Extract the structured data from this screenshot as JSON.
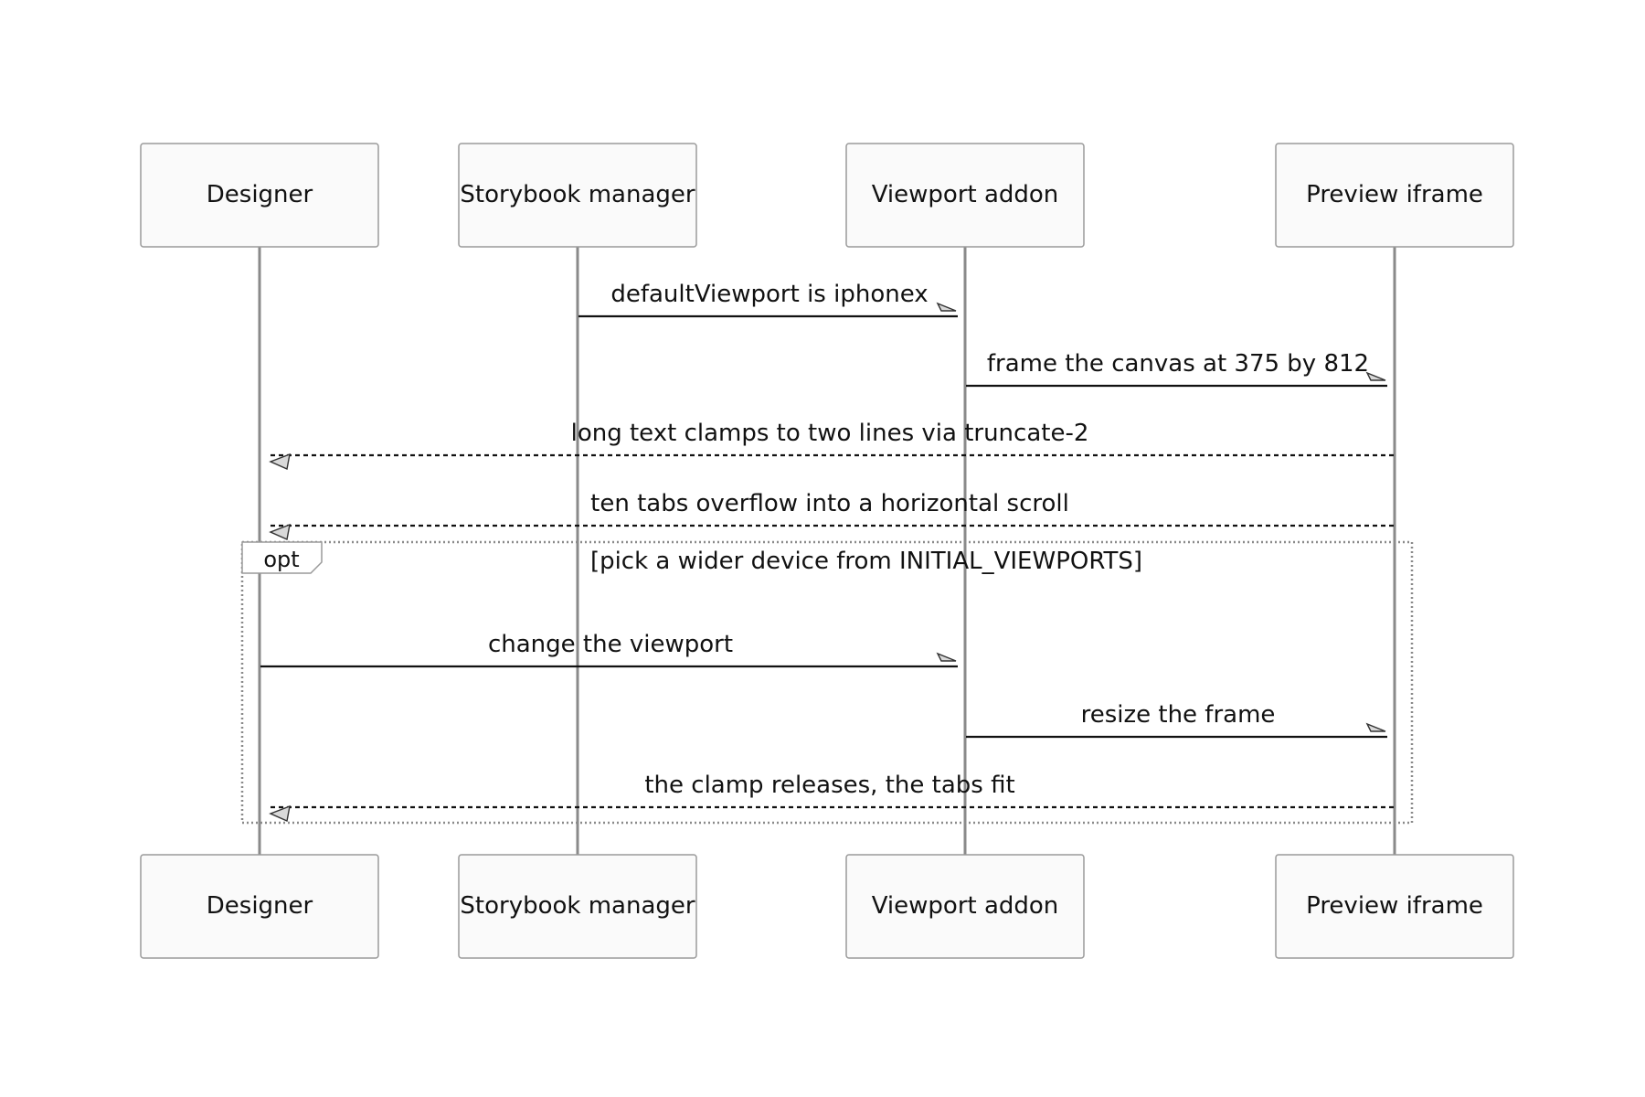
{
  "actors": [
    {
      "id": "designer",
      "label": "Designer"
    },
    {
      "id": "manager",
      "label": "Storybook manager"
    },
    {
      "id": "addon",
      "label": "Viewport addon"
    },
    {
      "id": "preview",
      "label": "Preview iframe"
    }
  ],
  "messages": [
    {
      "from": "manager",
      "to": "addon",
      "label": "defaultViewport is iphonex",
      "style": "solid"
    },
    {
      "from": "addon",
      "to": "preview",
      "label": "frame the canvas at 375 by 812",
      "style": "solid"
    },
    {
      "from": "preview",
      "to": "designer",
      "label": "long text clamps to two lines via truncate-2",
      "style": "dashed"
    },
    {
      "from": "preview",
      "to": "designer",
      "label": "ten tabs overflow into a horizontal scroll",
      "style": "dashed"
    },
    {
      "from": "designer",
      "to": "addon",
      "label": "change the viewport",
      "style": "solid"
    },
    {
      "from": "addon",
      "to": "preview",
      "label": "resize the frame",
      "style": "solid"
    },
    {
      "from": "preview",
      "to": "designer",
      "label": "the clamp releases, the tabs fit",
      "style": "dashed"
    }
  ],
  "fragment": {
    "kind": "opt",
    "condition": "[pick a wider device from INITIAL_VIEWPORTS]"
  }
}
